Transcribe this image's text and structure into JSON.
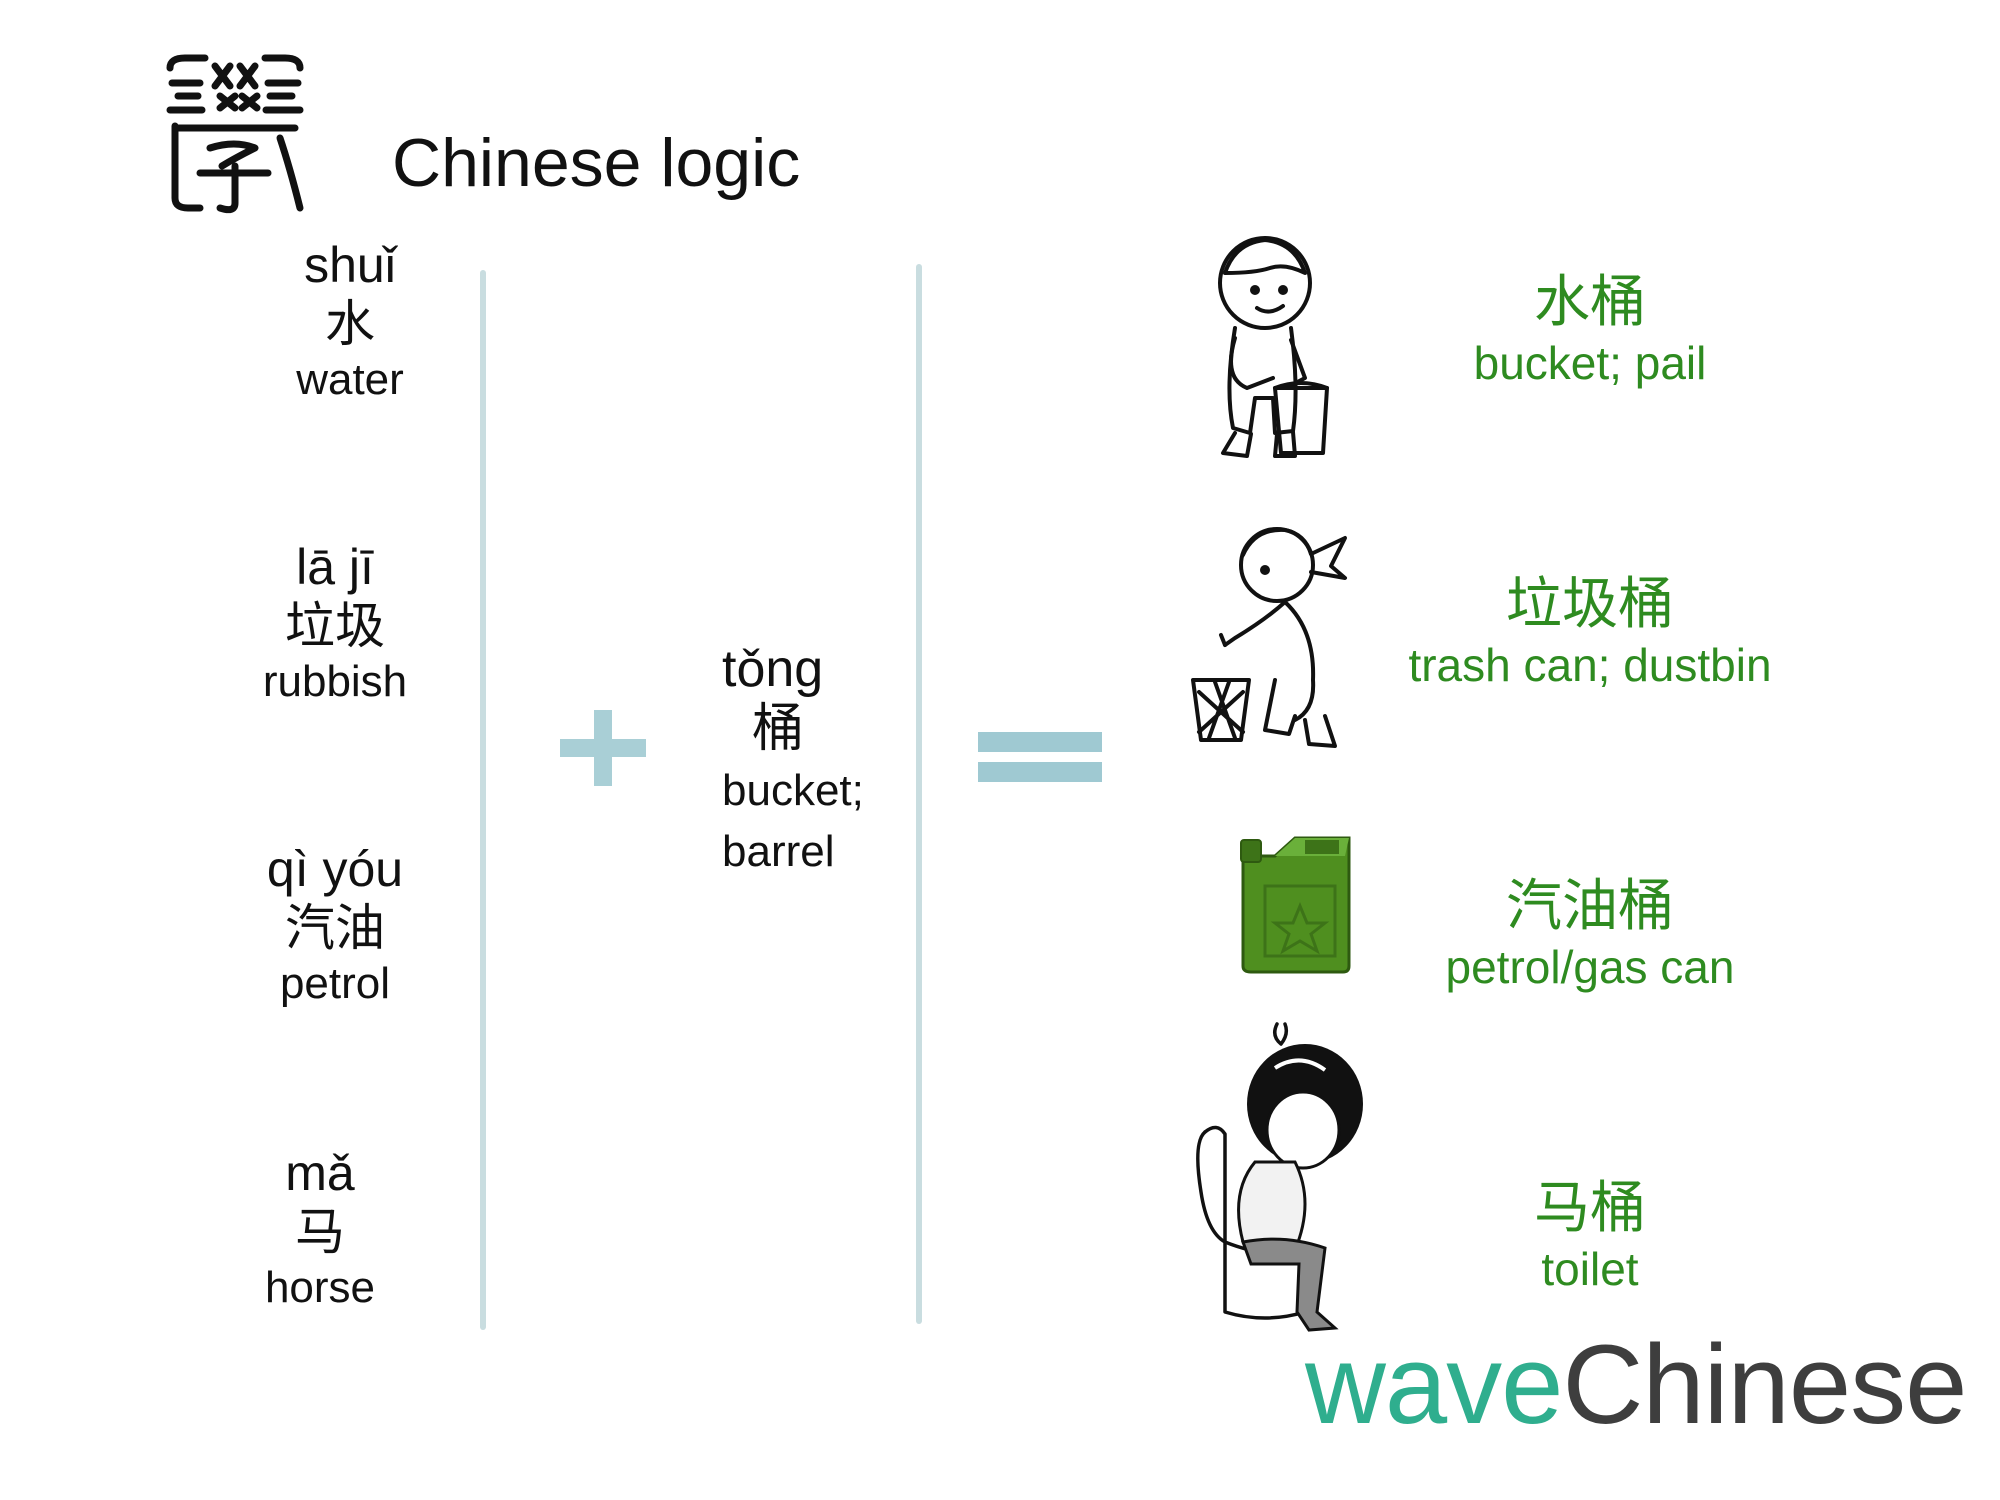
{
  "header": {
    "title": "Chinese logic",
    "seal_icon": "seal-character-xue-icon"
  },
  "left_words": [
    {
      "pinyin": "shuǐ",
      "hanzi": "水",
      "english": "water"
    },
    {
      "pinyin": "lā jī",
      "hanzi": "垃圾",
      "english": "rubbish"
    },
    {
      "pinyin": "qì yóu",
      "hanzi": "汽油",
      "english": "petrol"
    },
    {
      "pinyin": "mǎ",
      "hanzi": "马",
      "english": "horse"
    }
  ],
  "operator_plus": "plus-icon",
  "middle_word": {
    "pinyin": "tǒng",
    "hanzi": "桶",
    "english_line1": "bucket;",
    "english_line2": "barrel"
  },
  "operator_equals": "equals-icon",
  "results": [
    {
      "hanzi": "水桶",
      "english": "bucket; pail",
      "icon": "child-with-bucket-icon"
    },
    {
      "hanzi": "垃圾桶",
      "english": "trash can; dustbin",
      "icon": "child-with-trash-can-icon"
    },
    {
      "hanzi": "汽油桶",
      "english": "petrol/gas can",
      "icon": "jerry-can-icon"
    },
    {
      "hanzi": "马桶",
      "english": "toilet",
      "icon": "child-on-toilet-icon"
    }
  ],
  "brand": {
    "part1": "wave",
    "part2": "Chinese"
  },
  "colors": {
    "green": "#2e8b20",
    "line": "#c9dde0",
    "brand_teal": "#2fae8e",
    "brand_gray": "#3e3e3e",
    "can_green": "#4f8f1f"
  }
}
